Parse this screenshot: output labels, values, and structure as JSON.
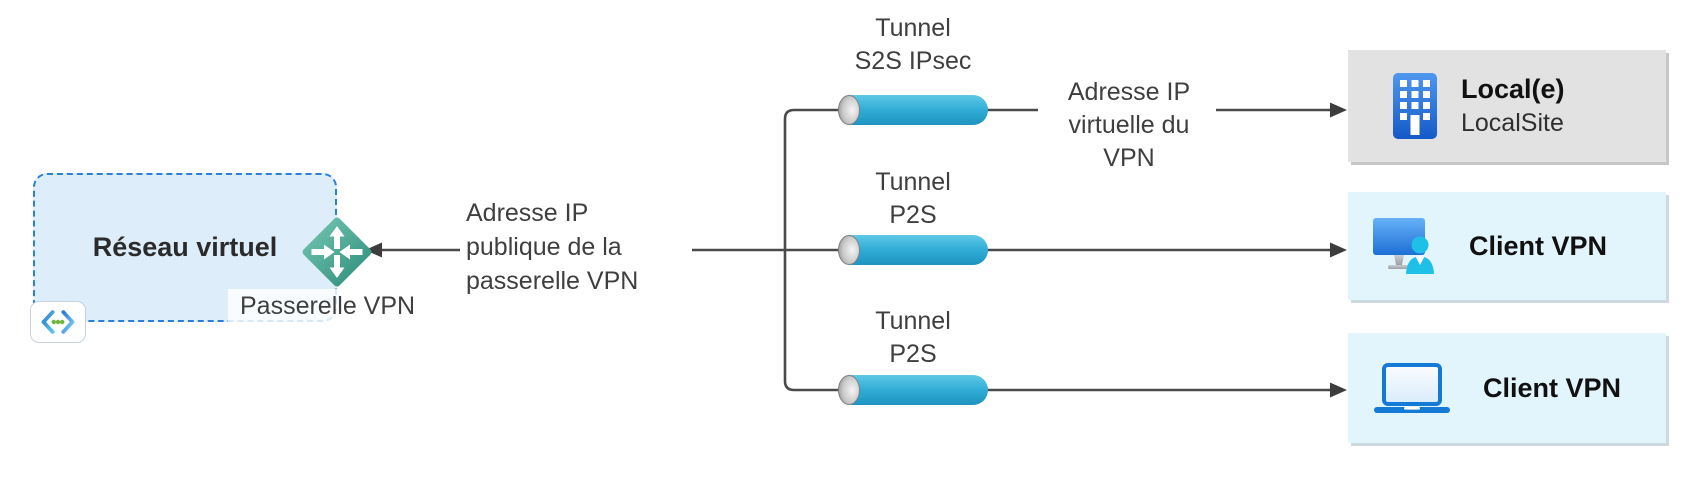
{
  "diagram": {
    "vnet": {
      "label": "Réseau virtuel",
      "gateway_label": "Passerelle VPN"
    },
    "labels": {
      "public_ip": "Adresse IP\npublique de la\npasserelle VPN",
      "virtual_ip": "Adresse IP\nvirtuelle du VPN"
    },
    "tunnels": [
      {
        "label": "Tunnel\nS2S IPsec"
      },
      {
        "label": "Tunnel\nP2S"
      },
      {
        "label": "Tunnel\nP2S"
      }
    ],
    "endpoints": [
      {
        "title": "Local(e)",
        "subtitle": "LocalSite",
        "icon": "building-icon"
      },
      {
        "title": "Client VPN",
        "icon": "desktop-user-icon"
      },
      {
        "title": "Client VPN",
        "icon": "laptop-icon"
      }
    ],
    "colors": {
      "tunnel_cyan": "#2fa9d3",
      "gateway_teal": "#3a9080",
      "vnet_border_blue": "#2b7fd4",
      "vnet_fill": "#ddedf9",
      "local_fill": "#e2e2e2",
      "client_fill": "#e2f4fc",
      "connector_line": "#4a4a4a"
    }
  }
}
